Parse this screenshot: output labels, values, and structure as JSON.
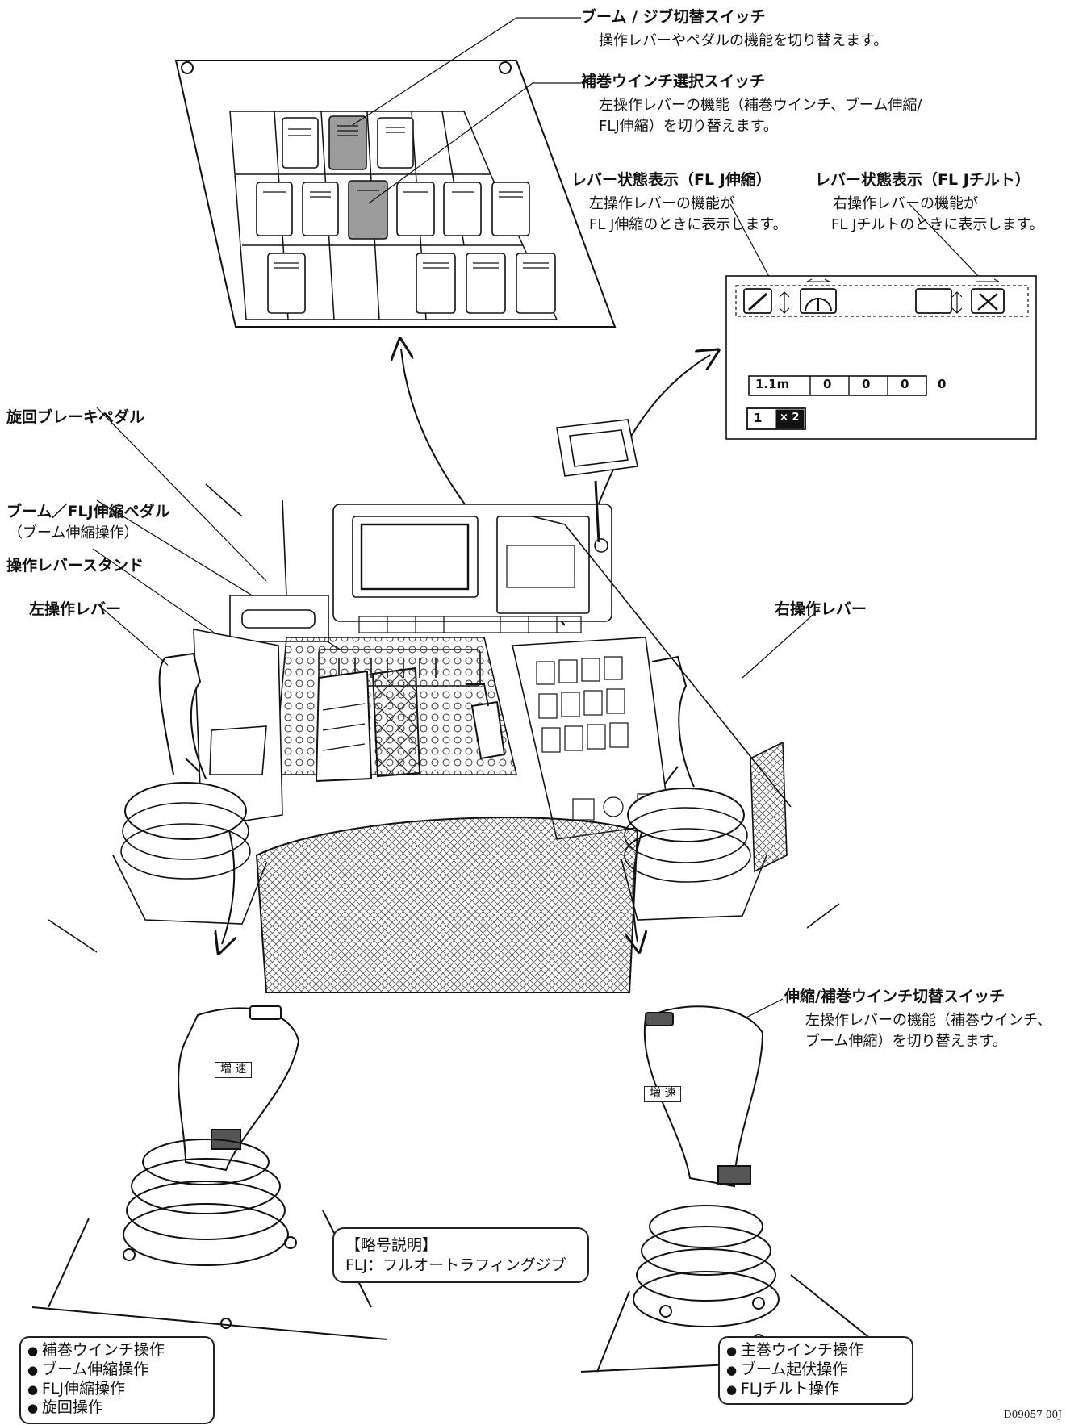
{
  "callouts": {
    "boom_jib_switch": {
      "title": "ブーム / ジブ切替スイッチ",
      "desc": "操作レバーやペダルの機能を切り替えます。"
    },
    "aux_winch_switch": {
      "title": "補巻ウインチ選択スイッチ",
      "desc_line1": "左操作レバーの機能（補巻ウインチ、ブーム伸縮/",
      "desc_line2": "FLJ伸縮）を切り替えます。"
    },
    "lever_status_telescope": {
      "title": "レバー状態表示（FL J伸縮）",
      "desc_line1": "左操作レバーの機能が",
      "desc_line2": "FL J伸縮のときに表示します。"
    },
    "lever_status_tilt": {
      "title": "レバー状態表示（FL Jチルト）",
      "desc_line1": "右操作レバーの機能が",
      "desc_line2": "FL Jチルトのときに表示します。"
    },
    "swing_brake_pedal": {
      "title": "旋回ブレーキペダル"
    },
    "boom_flj_pedal": {
      "title": "ブーム／FLJ伸縮ペダル",
      "sub": "（ブーム伸縮操作）"
    },
    "lever_stand": {
      "title": "操作レバースタンド"
    },
    "left_lever": {
      "title": "左操作レバー"
    },
    "right_lever": {
      "title": "右操作レバー"
    },
    "telescope_aux_switch": {
      "title": "伸縮/補巻ウインチ切替スイッチ",
      "desc_line1": "左操作レバーの機能（補巻ウインチ、",
      "desc_line2": "ブーム伸縮）を切り替えます。"
    }
  },
  "monitor_display": {
    "length_value": "1.1m",
    "counters": [
      "0",
      "0",
      "0",
      "0"
    ],
    "hook_label": "1",
    "multiplier": "× 2"
  },
  "lever_button_label": "増 速",
  "abbreviation": {
    "heading": "【略号説明】",
    "text": "FLJ：フルオートラフィングジブ"
  },
  "left_ops": [
    "補巻ウインチ操作",
    "ブーム伸縮操作",
    "FLJ伸縮操作",
    "旋回操作"
  ],
  "right_ops": [
    "主巻ウインチ操作",
    "ブーム起伏操作",
    "FLJチルト操作"
  ],
  "figure_code": "D09057-00J"
}
